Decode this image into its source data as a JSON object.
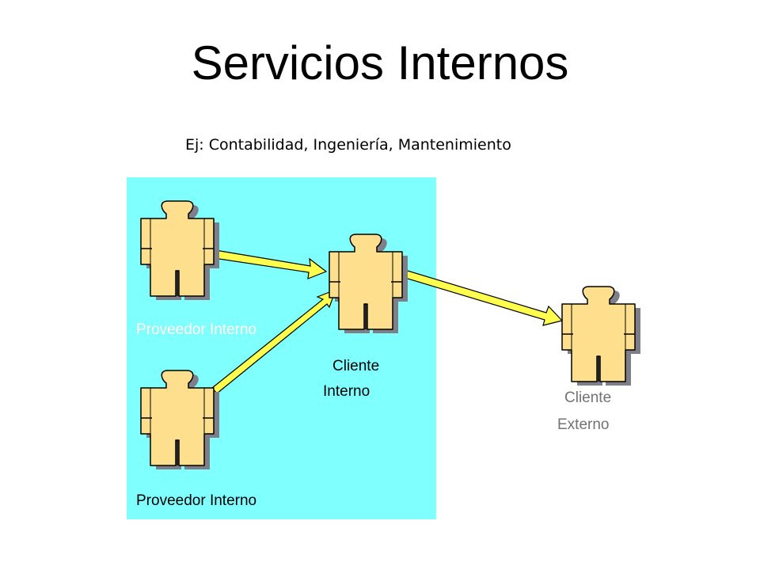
{
  "slide": {
    "title": "Servicios Internos",
    "subtitle": "Ej: Contabilidad, Ingeniería, Mantenimiento"
  },
  "colors": {
    "internal_area": "#80ffff",
    "figure_fill": "#fddf8d",
    "figure_stroke": "#000000",
    "figure_shadow": "#7f7f8a",
    "arrow_fill": "#ffff4d",
    "label_gray": "#737373",
    "label_light": "#ffffff",
    "label_dark": "#000000"
  },
  "diagram": {
    "nodes": [
      {
        "id": "proveedor-1",
        "label": "Proveedor Interno"
      },
      {
        "id": "proveedor-2",
        "label": "Proveedor Interno"
      },
      {
        "id": "cliente-interno",
        "label_line1": "Cliente",
        "label_line2": "Interno"
      },
      {
        "id": "cliente-externo",
        "label_line1": "Cliente",
        "label_line2": "Externo"
      }
    ],
    "edges": [
      {
        "from": "proveedor-1",
        "to": "cliente-interno"
      },
      {
        "from": "proveedor-2",
        "to": "cliente-interno"
      },
      {
        "from": "cliente-interno",
        "to": "cliente-externo"
      }
    ]
  }
}
